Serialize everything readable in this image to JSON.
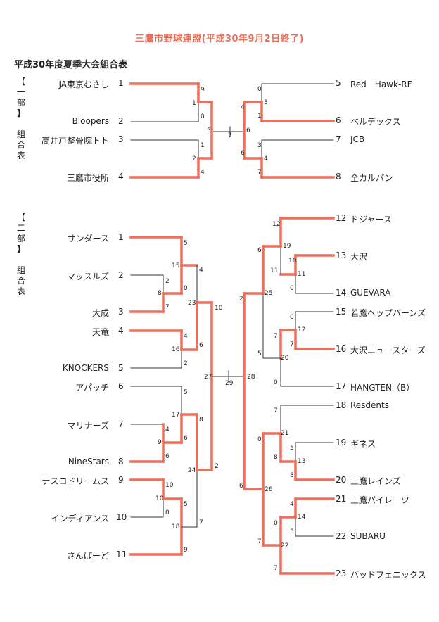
{
  "title": "三鷹市野球連盟(平成30年9月2日終了)",
  "subtitle": "平成30年度夏季大会組合表",
  "division1": {
    "label_lines": [
      "【",
      "一",
      "部",
      "】",
      "",
      "組",
      "合",
      "表"
    ],
    "left_teams": [
      {
        "name": "JA東京むさし",
        "seed": "1"
      },
      {
        "name": "Bloopers",
        "seed": "2"
      },
      {
        "name": "高井戸整骨院トト",
        "seed": "3"
      },
      {
        "name": "三鷹市役所",
        "seed": "4"
      }
    ],
    "right_teams": [
      {
        "seed": "5",
        "name": "Red　Hawk-RF"
      },
      {
        "seed": "6",
        "name": "ベルデックス"
      },
      {
        "seed": "7",
        "name": "JCB"
      },
      {
        "seed": "8",
        "name": "全カルパン"
      }
    ],
    "scores": [
      "9",
      "1",
      "0",
      "1",
      "2",
      "4",
      "5",
      "7",
      "6",
      "4",
      "0",
      "3",
      "1",
      "3",
      "4",
      "7"
    ]
  },
  "division2": {
    "label_lines": [
      "【",
      "二",
      "部",
      "】",
      "",
      "組",
      "合",
      "表"
    ],
    "left_teams": [
      {
        "name": "サンダース",
        "seed": "1"
      },
      {
        "name": "マッスルズ",
        "seed": "2"
      },
      {
        "name": "大成",
        "seed": "3"
      },
      {
        "name": "天竜",
        "seed": "4"
      },
      {
        "name": "KNOCKERS",
        "seed": "5"
      },
      {
        "name": "アパッチ",
        "seed": "6"
      },
      {
        "name": "マリナーズ",
        "seed": "7"
      },
      {
        "name": "NineStars",
        "seed": "8"
      },
      {
        "name": "テスコドリームス",
        "seed": "9"
      },
      {
        "name": "インディアンス",
        "seed": "10"
      },
      {
        "name": "さんぱーど",
        "seed": "11"
      }
    ],
    "right_teams": [
      {
        "seed": "12",
        "name": "ドジャース"
      },
      {
        "seed": "13",
        "name": "大沢"
      },
      {
        "seed": "14",
        "name": "GUEVARA"
      },
      {
        "seed": "15",
        "name": "若鷹ヘップバーンズ"
      },
      {
        "seed": "16",
        "name": "大沢ニュースターズ"
      },
      {
        "seed": "17",
        "name": "HANGTEN（B）"
      },
      {
        "seed": "18",
        "name": "Resdents"
      },
      {
        "seed": "19",
        "name": "ギネス"
      },
      {
        "seed": "20",
        "name": "三鷹レインズ"
      },
      {
        "seed": "21",
        "name": "三鷹パイレーツ"
      },
      {
        "seed": "22",
        "name": "SUBARU"
      },
      {
        "seed": "23",
        "name": "バッドフェニックス"
      }
    ],
    "scores": [
      "5",
      "2",
      "8",
      "7",
      "15",
      "0",
      "4",
      "4",
      "16",
      "6",
      "2",
      "23",
      "10",
      "5",
      "17",
      "4",
      "9",
      "6",
      "6",
      "8",
      "10",
      "10",
      "0",
      "5",
      "18",
      "24",
      "2",
      "7",
      "9",
      "27",
      "29",
      "28",
      "12",
      "19",
      "6",
      "10",
      "11",
      "11",
      "0",
      "2",
      "25",
      "0",
      "7",
      "12",
      "7",
      "20",
      "5",
      "0",
      "7",
      "21",
      "0",
      "5",
      "8",
      "13",
      "8",
      "6",
      "26",
      "4",
      "14",
      "0",
      "3",
      "22",
      "7",
      "7"
    ]
  }
}
